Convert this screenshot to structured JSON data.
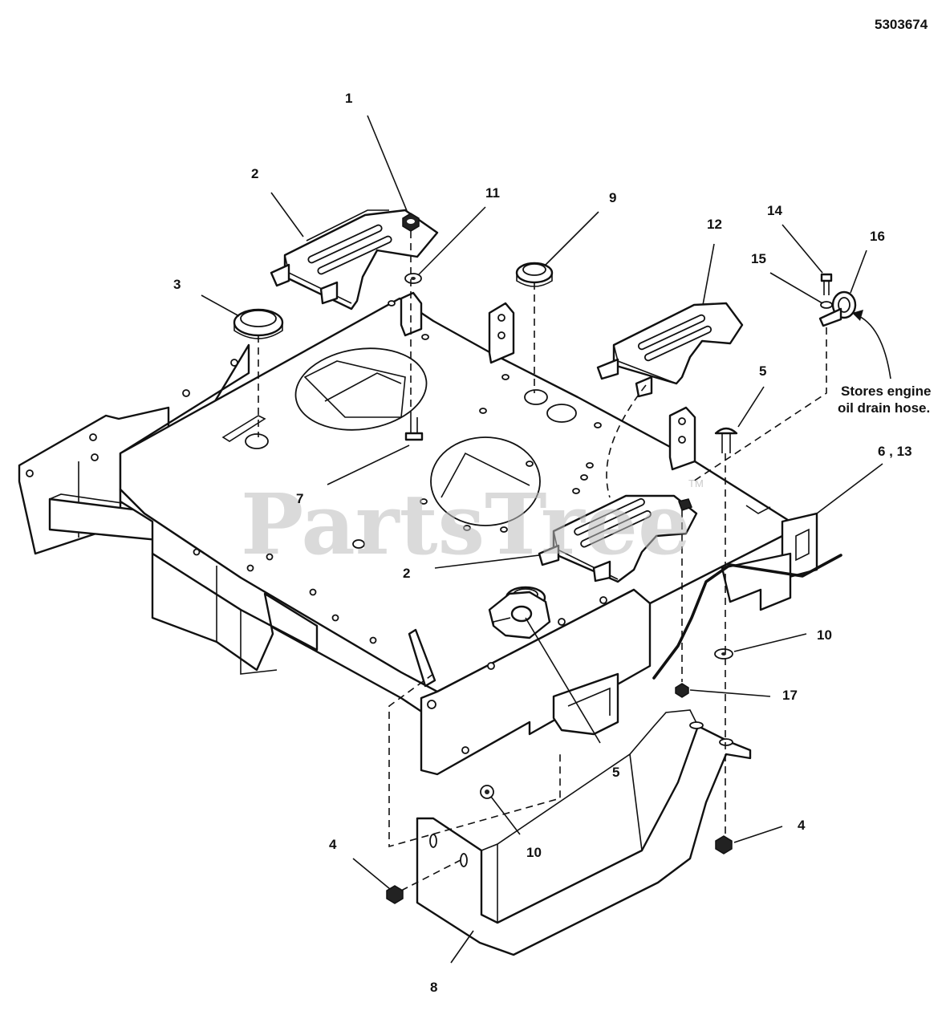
{
  "drawing_id": "5303674",
  "watermark": {
    "text": "PartsTree",
    "mark": "TM"
  },
  "note": {
    "line1": "Stores engine",
    "line2": "oil drain hose."
  },
  "callouts": {
    "c1": "1",
    "c2a": "2",
    "c2b": "2",
    "c3": "3",
    "c4a": "4",
    "c4b": "4",
    "c5a": "5",
    "c5b": "5",
    "c6_13": "6 , 13",
    "c7": "7",
    "c8": "8",
    "c9": "9",
    "c10a": "10",
    "c10b": "10",
    "c11": "11",
    "c12": "12",
    "c14": "14",
    "c15": "15",
    "c16": "16",
    "c17": "17"
  }
}
